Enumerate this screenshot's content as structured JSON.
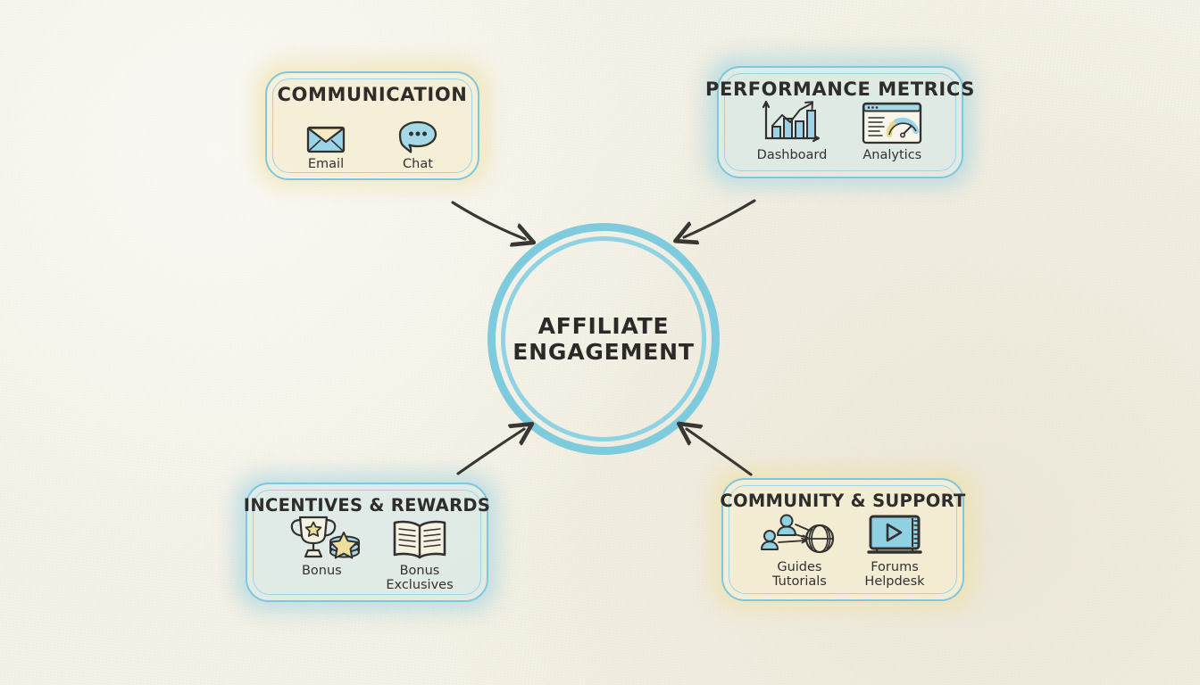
{
  "diagram": {
    "center": {
      "line1": "AFFILIATE",
      "line2": "ENGAGEMENT"
    },
    "colors": {
      "background": "#f4f1e6",
      "accent_blue": "#7ec7dd",
      "accent_yellow": "#efdf9e",
      "ink": "#2f2d2b"
    },
    "cards": [
      {
        "id": "communication",
        "title": "COMMUNICATION",
        "glow": "yellow",
        "items": [
          {
            "label": "Email",
            "icon": "envelope-icon"
          },
          {
            "label": "Chat",
            "icon": "chat-bubble-icon"
          }
        ]
      },
      {
        "id": "performance-metrics",
        "title": "PERFORMANCE METRICS",
        "glow": "blue",
        "items": [
          {
            "label": "Dashboard",
            "icon": "bar-chart-growth-icon"
          },
          {
            "label": "Analytics",
            "icon": "browser-gauge-icon"
          }
        ]
      },
      {
        "id": "incentives-rewards",
        "title": "INCENTIVES & REWARDS",
        "glow": "blue",
        "items": [
          {
            "label": "Bonus",
            "icon": "trophy-coins-icon"
          },
          {
            "label": "Bonus\nExclusives",
            "icon": "open-book-icon"
          }
        ]
      },
      {
        "id": "community-support",
        "title": "COMMUNITY & SUPPORT",
        "glow": "yellow",
        "items": [
          {
            "label": "Guides\nTutorials",
            "icon": "people-network-globe-icon"
          },
          {
            "label": "Forums\nHelpdesk",
            "icon": "video-screen-icon"
          }
        ]
      }
    ],
    "arrows": [
      {
        "from": "communication",
        "to": "center",
        "direction": "down-right"
      },
      {
        "from": "performance-metrics",
        "to": "center",
        "direction": "down-left"
      },
      {
        "from": "incentives-rewards",
        "to": "center",
        "direction": "up-right"
      },
      {
        "from": "community-support",
        "to": "center",
        "direction": "up-left"
      }
    ]
  }
}
